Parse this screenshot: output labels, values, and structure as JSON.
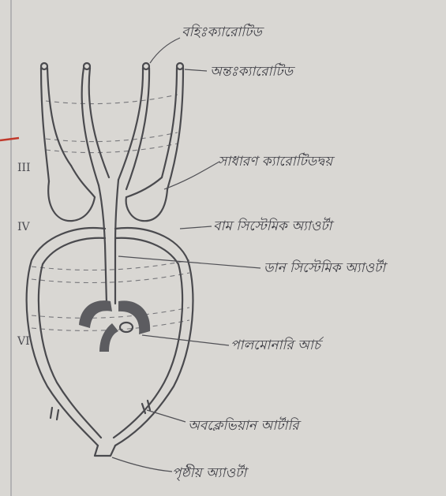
{
  "labels": {
    "external_carotid": "বহিঃক্যারোটিড",
    "internal_carotid": "অন্তঃক্যারোটিড",
    "common_carotid": "সাধারণ ক্যারোটিডদ্বয়",
    "left_systemic_aorta": "বাম সিস্টেমিক অ্যাওর্টা",
    "right_systemic_aorta": "ডান সিস্টেমিক অ্যাওর্টা",
    "pulmonary_arch": "পালমোনারি আর্চ",
    "subclavian_artery": "অবক্লেভিয়ান আর্টারি",
    "dorsal_aorta": "পৃষ্ঠীয় অ্যাওর্টা"
  },
  "arch_numerals": [
    "III",
    "IV",
    "VI"
  ],
  "colors": {
    "paper": "#d9d7d3",
    "ink": "#4a4a4e",
    "shading": "#5c5c60",
    "margin_mark": "#c0392b"
  }
}
